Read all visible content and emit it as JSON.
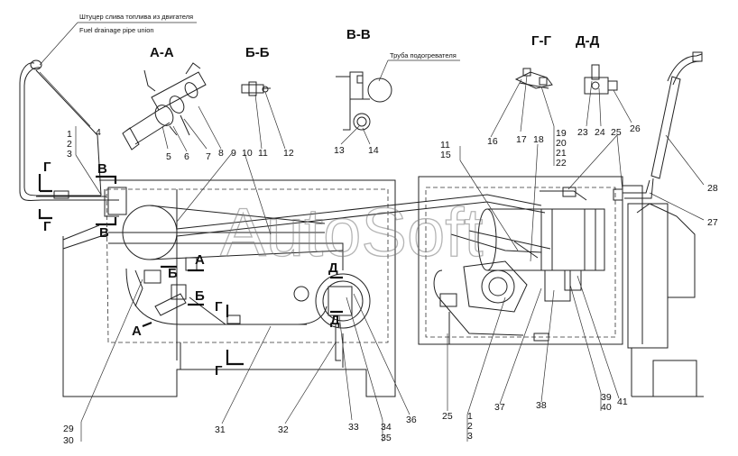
{
  "notes": {
    "drain_ru": "Штуцер слива топлива из двигателя",
    "drain_en": "Fuel drainage pipe union",
    "heater_ru": "Труба подогревателя"
  },
  "sections": {
    "aa": "А-А",
    "bb": "Б-Б",
    "vv": "В-В",
    "gg": "Г-Г",
    "dd": "Д-Д"
  },
  "cut_marks": {
    "g": "Г",
    "v": "В",
    "b": "Б",
    "a": "А",
    "d": "Д"
  },
  "watermark": "AutoSoft",
  "callouts": {
    "c1": "1",
    "c2": "2",
    "c3": "3",
    "c4": "4",
    "c5": "5",
    "c6": "6",
    "c7": "7",
    "c8": "8",
    "c9": "9",
    "c10": "10",
    "c11": "11",
    "c12": "12",
    "c13": "13",
    "c14": "14",
    "c15": "15",
    "c16": "16",
    "c17": "17",
    "c18": "18",
    "c19": "19",
    "c20": "20",
    "c21": "21",
    "c22": "22",
    "c23": "23",
    "c24": "24",
    "c25": "25",
    "c26": "26",
    "c27": "27",
    "c28": "28",
    "c29": "29",
    "c30": "30",
    "c31": "31",
    "c32": "32",
    "c33": "33",
    "c34": "34",
    "c35": "35",
    "c36": "36",
    "c37": "37",
    "c38": "38",
    "c39": "39",
    "c40": "40",
    "c41": "41"
  }
}
